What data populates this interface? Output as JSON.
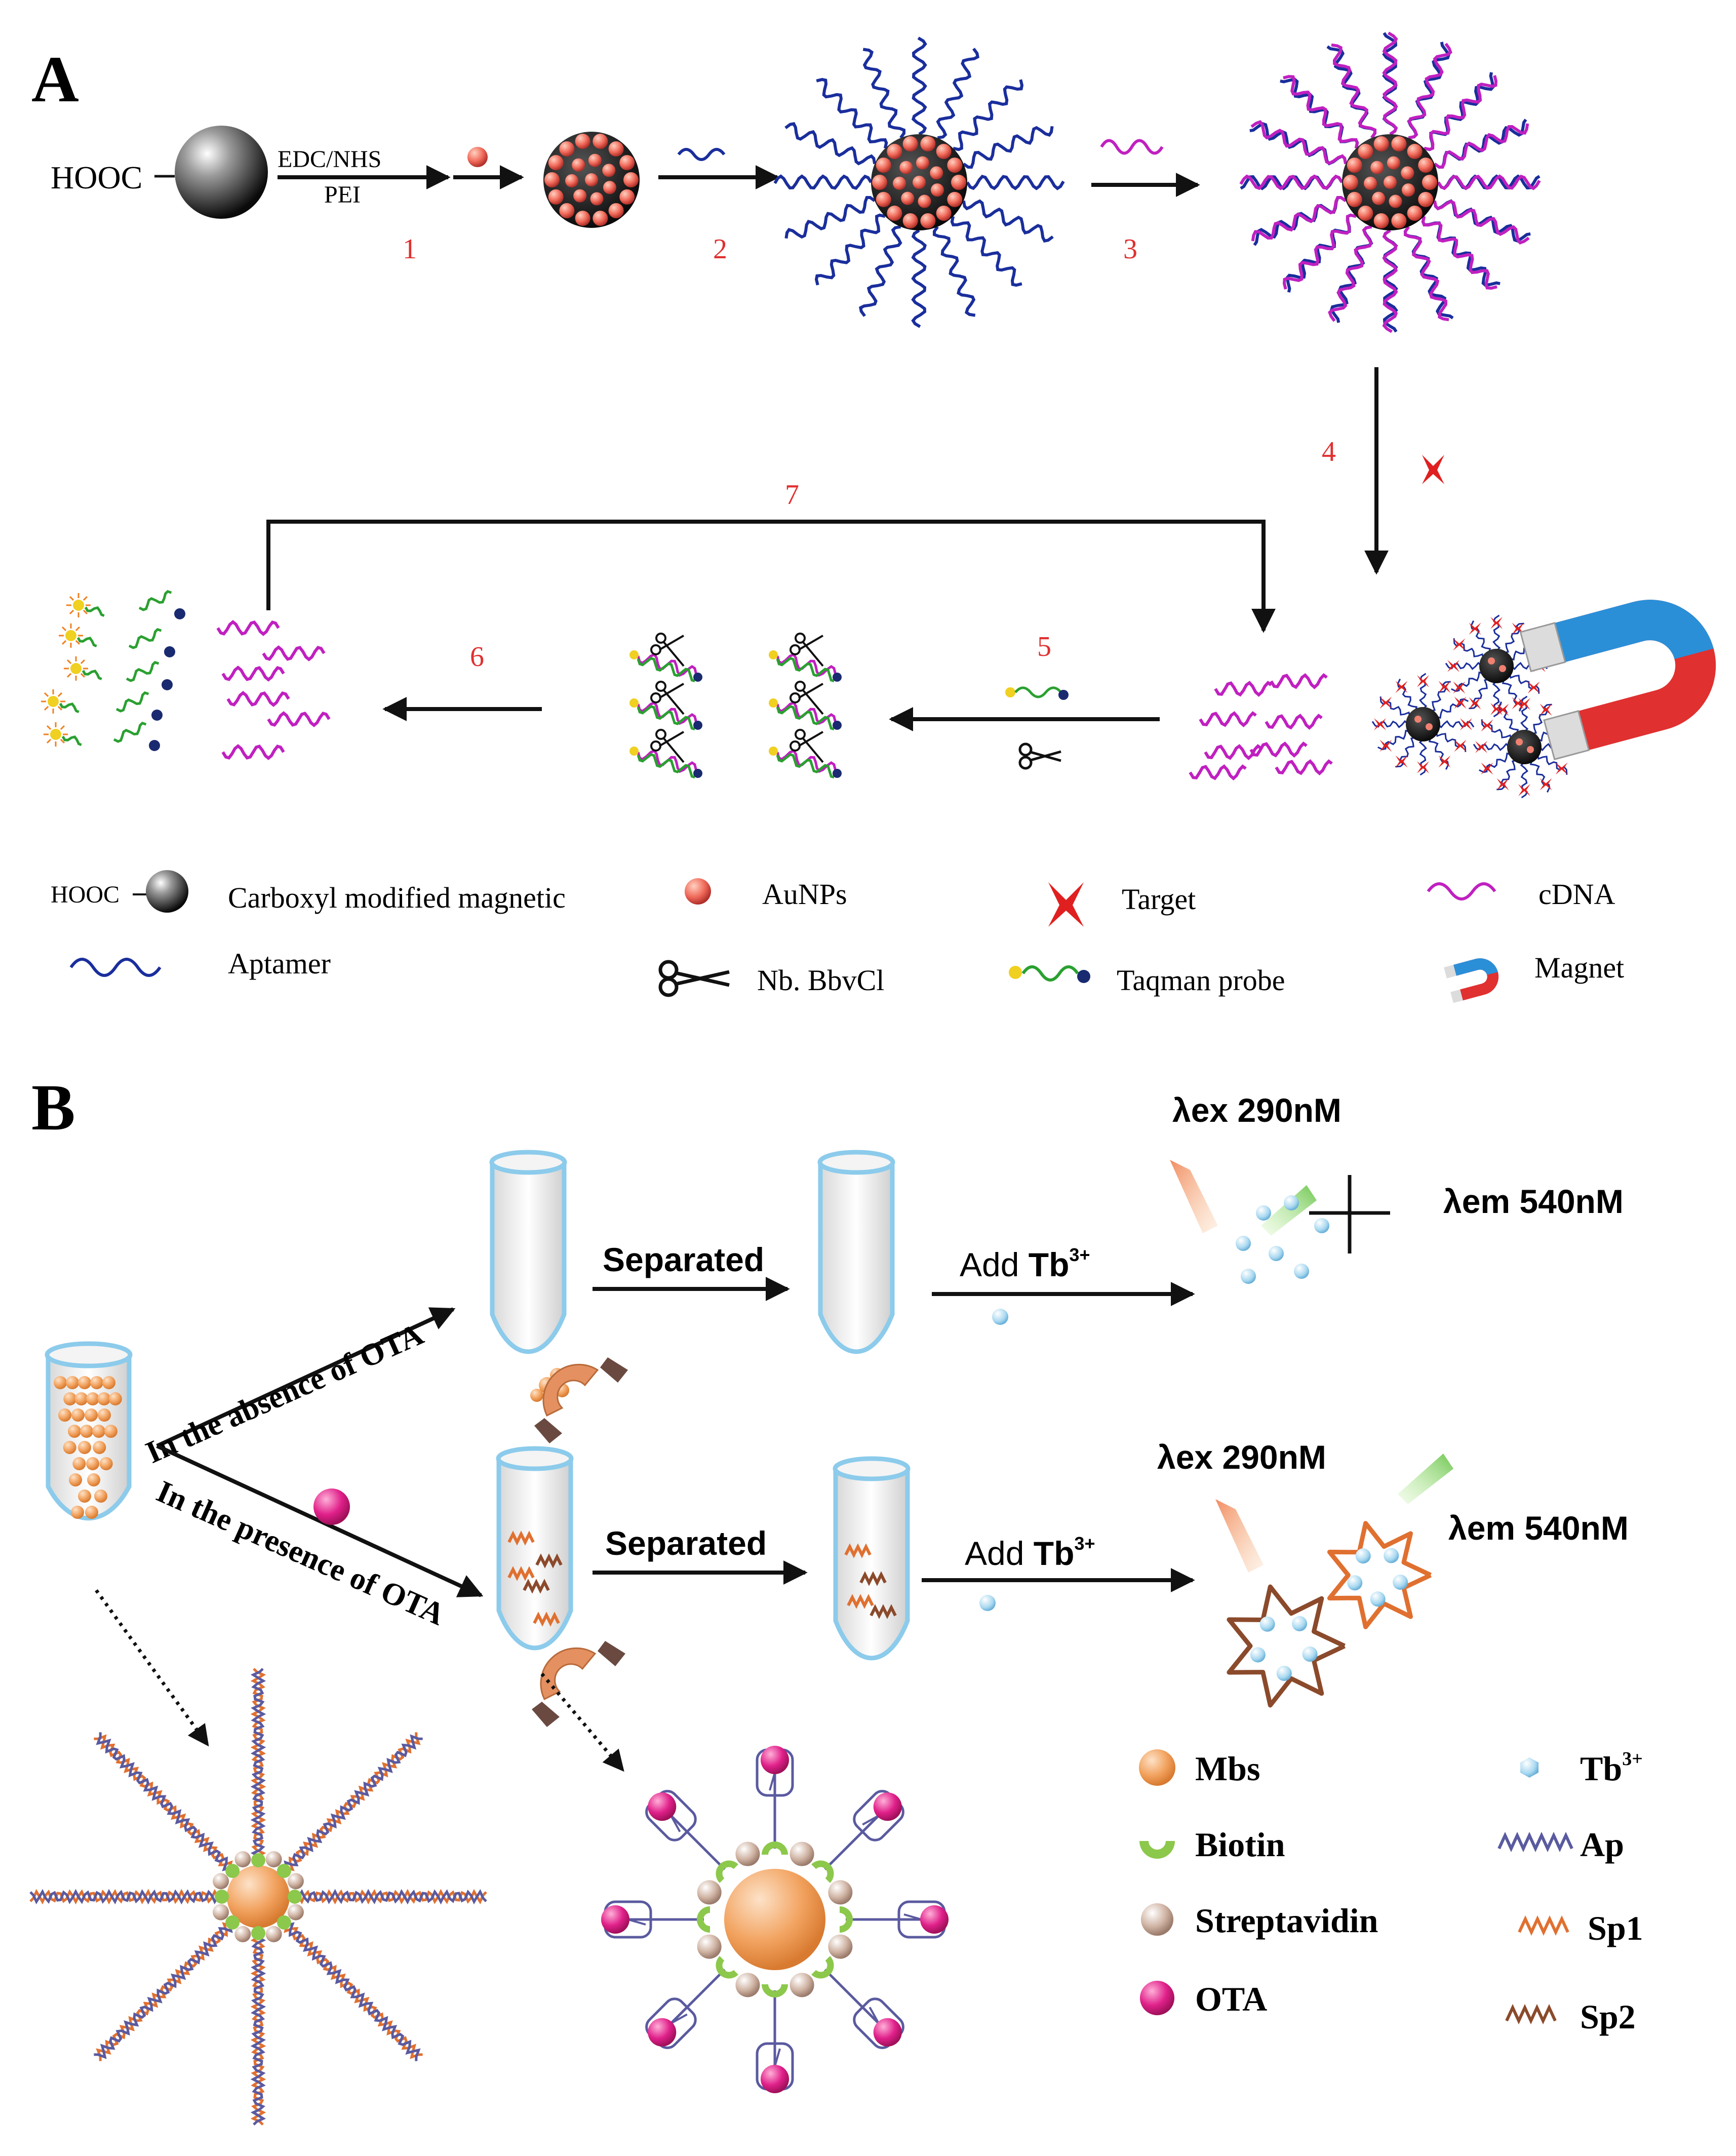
{
  "panelA": {
    "label": "A",
    "hooc": "HOOC",
    "reagent_top": "EDC/NHS",
    "reagent_bottom": "PEI",
    "steps": [
      "1",
      "2",
      "3",
      "4",
      "5",
      "6",
      "7"
    ],
    "legend": {
      "hooc": "HOOC",
      "magnetic": "Carboxyl modified magnetic",
      "aunps": "AuNPs",
      "target": "Target",
      "cdna": "cDNA",
      "aptamer": "Aptamer",
      "nb": "Nb. BbvCl",
      "taqman": "Taqman probe",
      "magnet": "Magnet"
    }
  },
  "panelB": {
    "label": "B",
    "absence": "In the absence of OTA",
    "presence": "In the presence of OTA",
    "separated": "Separated",
    "add": "Add",
    "tb": "Tb",
    "tb_sup": "3+",
    "lex": "λex 290nM",
    "lem": "λem 540nM",
    "legend": {
      "mbs": "Mbs",
      "biotin": "Biotin",
      "streptavidin": "Streptavidin",
      "ota": "OTA",
      "tb": "Tb",
      "tb_sup": "3+",
      "ap": "Ap",
      "sp1": "Sp1",
      "sp2": "Sp2"
    }
  },
  "colors": {
    "step_red": "#e03030",
    "aptamer_blue": "#1a2e9c",
    "cdna_magenta": "#c020c0",
    "arrow_black": "#111111",
    "mbs_orange": "#f0a060",
    "biotin_green": "#8cc84b",
    "streptavidin_tan": "#c8aa9a",
    "ota_pink": "#e0208a",
    "tb_blue": "#a8d8f0",
    "sp1_orange": "#e07030",
    "sp2_brown": "#8b4a2b",
    "ap_purple": "#5a5aa0",
    "tube_blue": "#8ccbeb"
  }
}
